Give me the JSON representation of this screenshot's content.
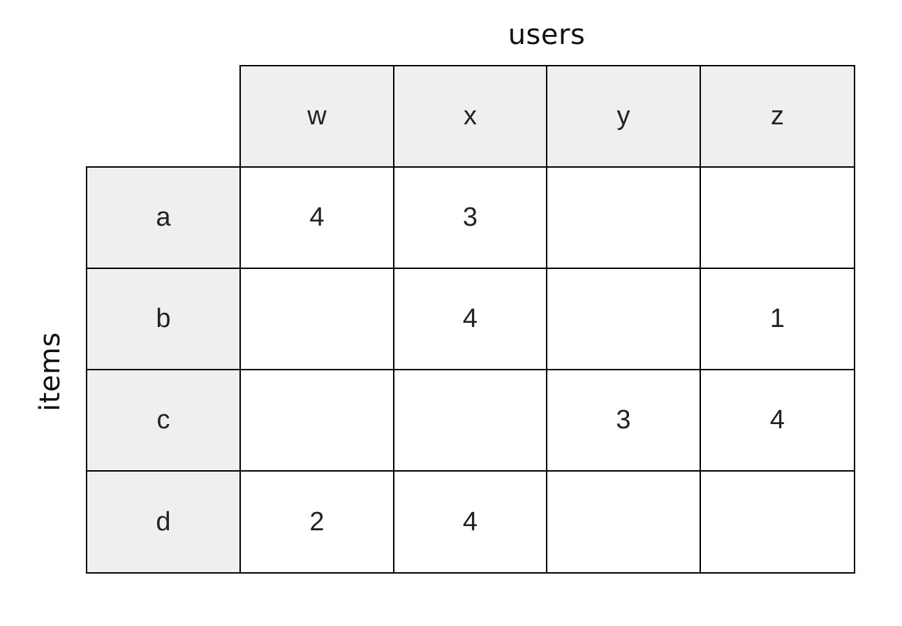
{
  "col_axis_label": "users",
  "row_axis_label": "items",
  "columns": [
    "w",
    "x",
    "y",
    "z"
  ],
  "rows": [
    "a",
    "b",
    "c",
    "d"
  ],
  "values": [
    [
      "4",
      "3",
      "",
      ""
    ],
    [
      "",
      "4",
      "",
      "1"
    ],
    [
      "",
      "",
      "3",
      "4"
    ],
    [
      "2",
      "4",
      "",
      ""
    ]
  ],
  "colors": {
    "header_fill": "#efefef",
    "cell_fill": "#ffffff",
    "border": "#000000"
  }
}
